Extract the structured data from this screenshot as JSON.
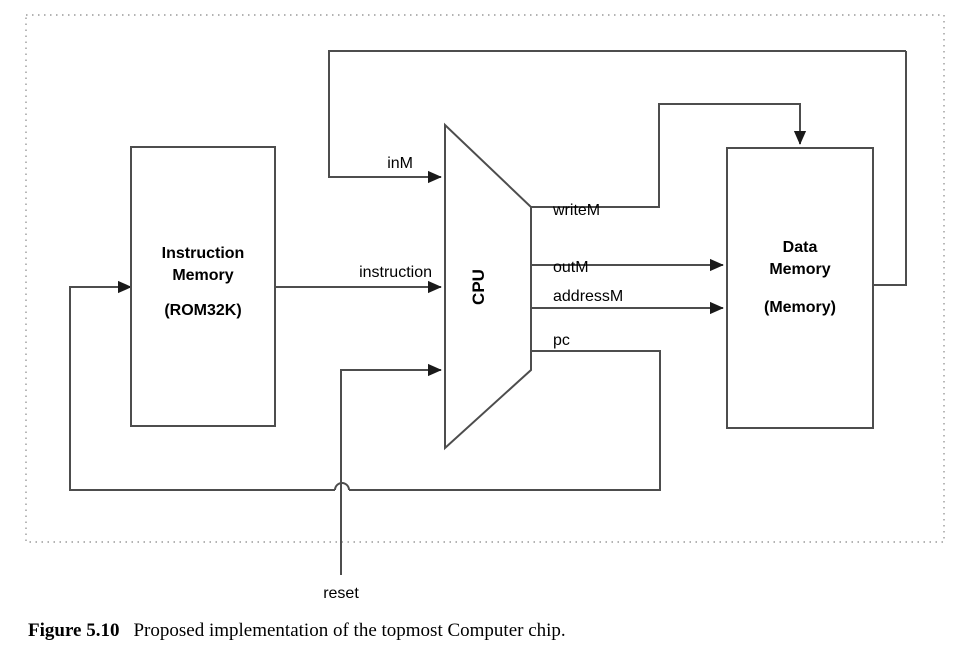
{
  "figure": {
    "number": "Figure 5.10",
    "caption": "Proposed implementation of the topmost Computer chip."
  },
  "blocks": [
    {
      "id": "instruction-memory",
      "line1": "Instruction",
      "line2": "Memory",
      "line3": "(ROM32K)"
    },
    {
      "id": "cpu",
      "line1": "CPU"
    },
    {
      "id": "data-memory",
      "line1": "Data",
      "line2": "Memory",
      "line3": "(Memory)"
    }
  ],
  "wires": [
    {
      "id": "inM",
      "label": "inM"
    },
    {
      "id": "instruction",
      "label": "instruction"
    },
    {
      "id": "writeM",
      "label": "writeM"
    },
    {
      "id": "outM",
      "label": "outM"
    },
    {
      "id": "addressM",
      "label": "addressM"
    },
    {
      "id": "pc",
      "label": "pc"
    },
    {
      "id": "reset",
      "label": "reset"
    }
  ],
  "colors": {
    "stroke": "#4d4d4d",
    "arrow": "#1a1a1a",
    "frame": "#9a9a9a",
    "text": "#000000",
    "background": "#ffffff"
  }
}
